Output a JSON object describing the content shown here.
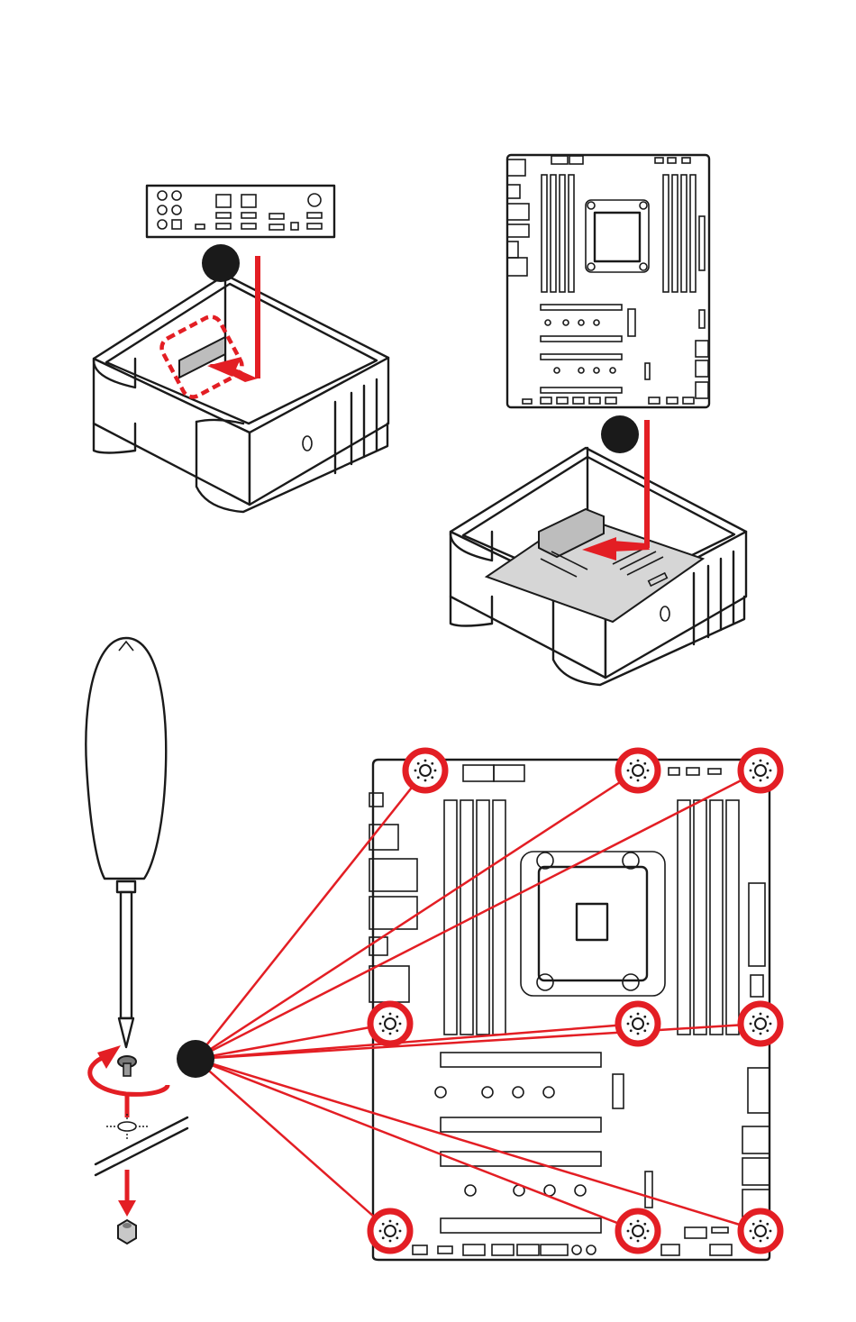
{
  "diagram": {
    "steps": [
      "io-shield-install",
      "motherboard-install",
      "screw-fastening"
    ],
    "accent_color": "#e31e24",
    "line_color": "#1a1a1a",
    "screw_hole_count": 9
  }
}
